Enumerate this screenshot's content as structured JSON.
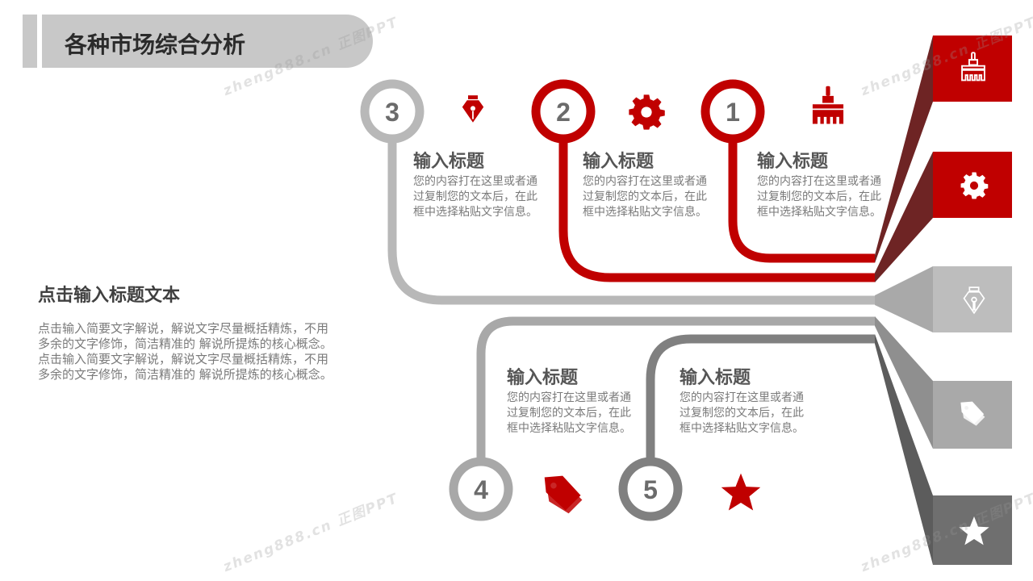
{
  "page": {
    "title": "各种市场综合分析"
  },
  "colors": {
    "red": "#c00000",
    "dark_red": "#6e2424",
    "light_gray": "#b8b8b8",
    "mid_gray": "#8c8c8c",
    "dark_gray": "#6f6f6f"
  },
  "steps": [
    {
      "number": "1",
      "title": "输入标题",
      "text": "您的内容打在这里或者通过复制您的文本后，在此框中选择粘贴文字信息。",
      "icon": "paint-brush-icon"
    },
    {
      "number": "2",
      "title": "输入标题",
      "text": "您的内容打在这里或者通过复制您的文本后，在此框中选择粘贴文字信息。",
      "icon": "gear-icon"
    },
    {
      "number": "3",
      "title": "输入标题",
      "text": "您的内容打在这里或者通过复制您的文本后，在此框中选择粘贴文字信息。",
      "icon": "fountain-pen-icon"
    },
    {
      "number": "4",
      "title": "输入标题",
      "text": "您的内容打在这里或者通过复制您的文本后，在此框中选择粘贴文字信息。",
      "icon": "tags-icon"
    },
    {
      "number": "5",
      "title": "输入标题",
      "text": "您的内容打在这里或者通过复制您的文本后，在此框中选择粘贴文字信息。",
      "icon": "star-icon"
    }
  ],
  "side": {
    "title": "点击输入标题文本",
    "lines": [
      "点击输入简要文字解说，解说文字尽量概括精炼，不用",
      "多余的文字修饰，简洁精准的 解说所提炼的核心概念。",
      "点击输入简要文字解说，解说文字尽量概括精炼，不用",
      "多余的文字修饰，简洁精准的 解说所提炼的核心概念。"
    ]
  },
  "tabs": [
    {
      "icon": "paint-brush-icon",
      "color": "red"
    },
    {
      "icon": "gear-icon",
      "color": "red"
    },
    {
      "icon": "fountain-pen-icon",
      "color": "light_gray"
    },
    {
      "icon": "tags-icon",
      "color": "mid_gray"
    },
    {
      "icon": "star-icon",
      "color": "dark_gray"
    }
  ],
  "watermark": "zheng888.cn 正图PPT"
}
